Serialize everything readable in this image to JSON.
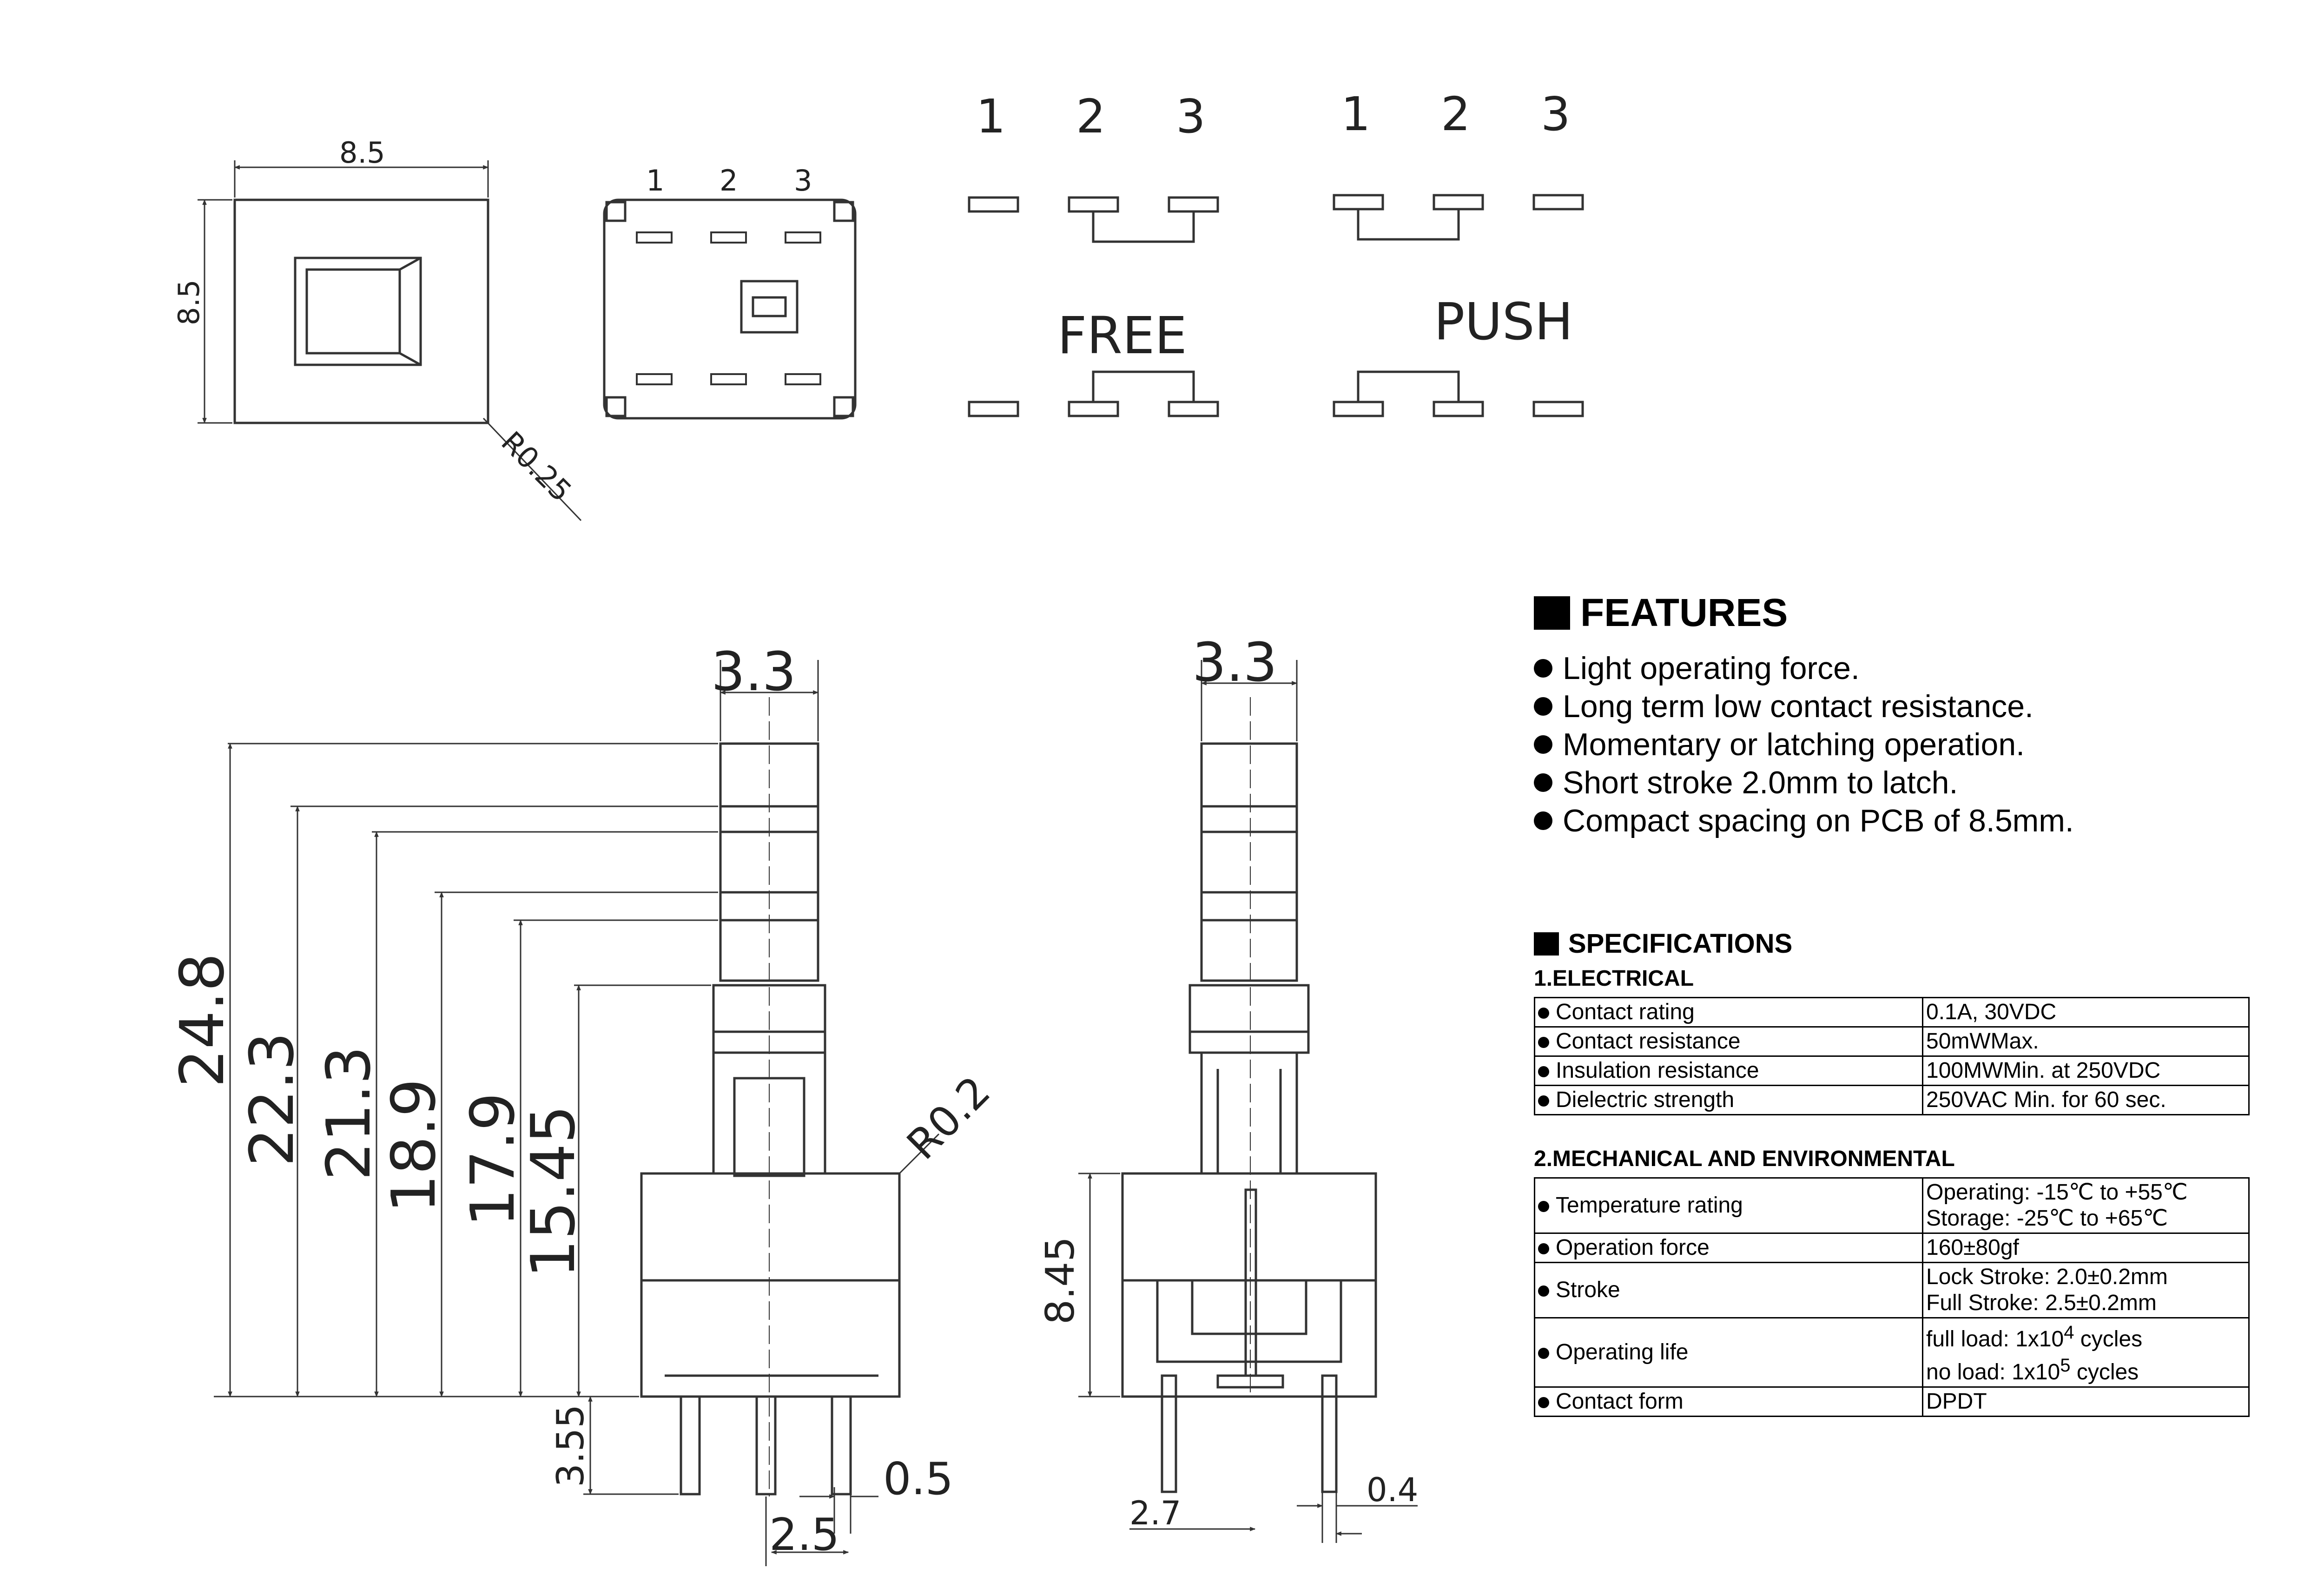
{
  "top_view": {
    "width_label": "8.5",
    "height_label": "8.5",
    "radius_label": "R0.25"
  },
  "pin_view": {
    "pins": [
      "1",
      "2",
      "3"
    ]
  },
  "schematics": [
    {
      "pins": [
        "1",
        "2",
        "3"
      ],
      "label": "FREE"
    },
    {
      "pins": [
        "1",
        "2",
        "3"
      ],
      "label": "PUSH"
    }
  ],
  "front_view": {
    "top_width": "3.3",
    "heights": [
      "24.8",
      "22.3",
      "21.3",
      "18.9",
      "17.9",
      "15.45"
    ],
    "radius": "R0.2",
    "pin_length": "3.55",
    "pin_thickness": "0.5",
    "pin_pitch": "2.5"
  },
  "side_view": {
    "top_width": "3.3",
    "body_height": "8.45",
    "pin_thickness": "0.4",
    "pin_spacing": "2.7"
  },
  "features": {
    "title": "FEATURES",
    "items": [
      "Light operating force.",
      "Long term low contact resistance.",
      "Momentary or latching operation.",
      "Short stroke 2.0mm to latch.",
      "Compact spacing on PCB of  8.5mm."
    ]
  },
  "specifications": {
    "title": "SPECIFICATIONS",
    "electrical": {
      "title": "1.ELECTRICAL",
      "rows": [
        {
          "name": "Contact rating",
          "value": "0.1A, 30VDC"
        },
        {
          "name": "Contact resistance",
          "value": "50mWMax."
        },
        {
          "name": "Insulation resistance",
          "value": "100MWMin. at 250VDC"
        },
        {
          "name": "Dielectric strength",
          "value": "250VAC Min. for 60 sec."
        }
      ]
    },
    "mechanical": {
      "title": "2.MECHANICAL AND ENVIRONMENTAL",
      "rows": [
        {
          "name": "Temperature rating",
          "value1": "Operating: -15℃ to +55℃",
          "value2": "Storage: -25℃ to +65℃"
        },
        {
          "name": "Operation force",
          "value1": "160±80gf"
        },
        {
          "name": "Stroke",
          "value1": "Lock Stroke: 2.0±0.2mm",
          "value2": "Full Stroke: 2.5±0.2mm"
        },
        {
          "name": "Operating life",
          "value1_pre": "full load: 1x10",
          "value1_exp": "4",
          "value1_post": " cycles",
          "value2_pre": "no load: 1x10",
          "value2_exp": "5",
          "value2_post": " cycles"
        },
        {
          "name": "Contact form",
          "value1": "DPDT"
        }
      ]
    }
  }
}
